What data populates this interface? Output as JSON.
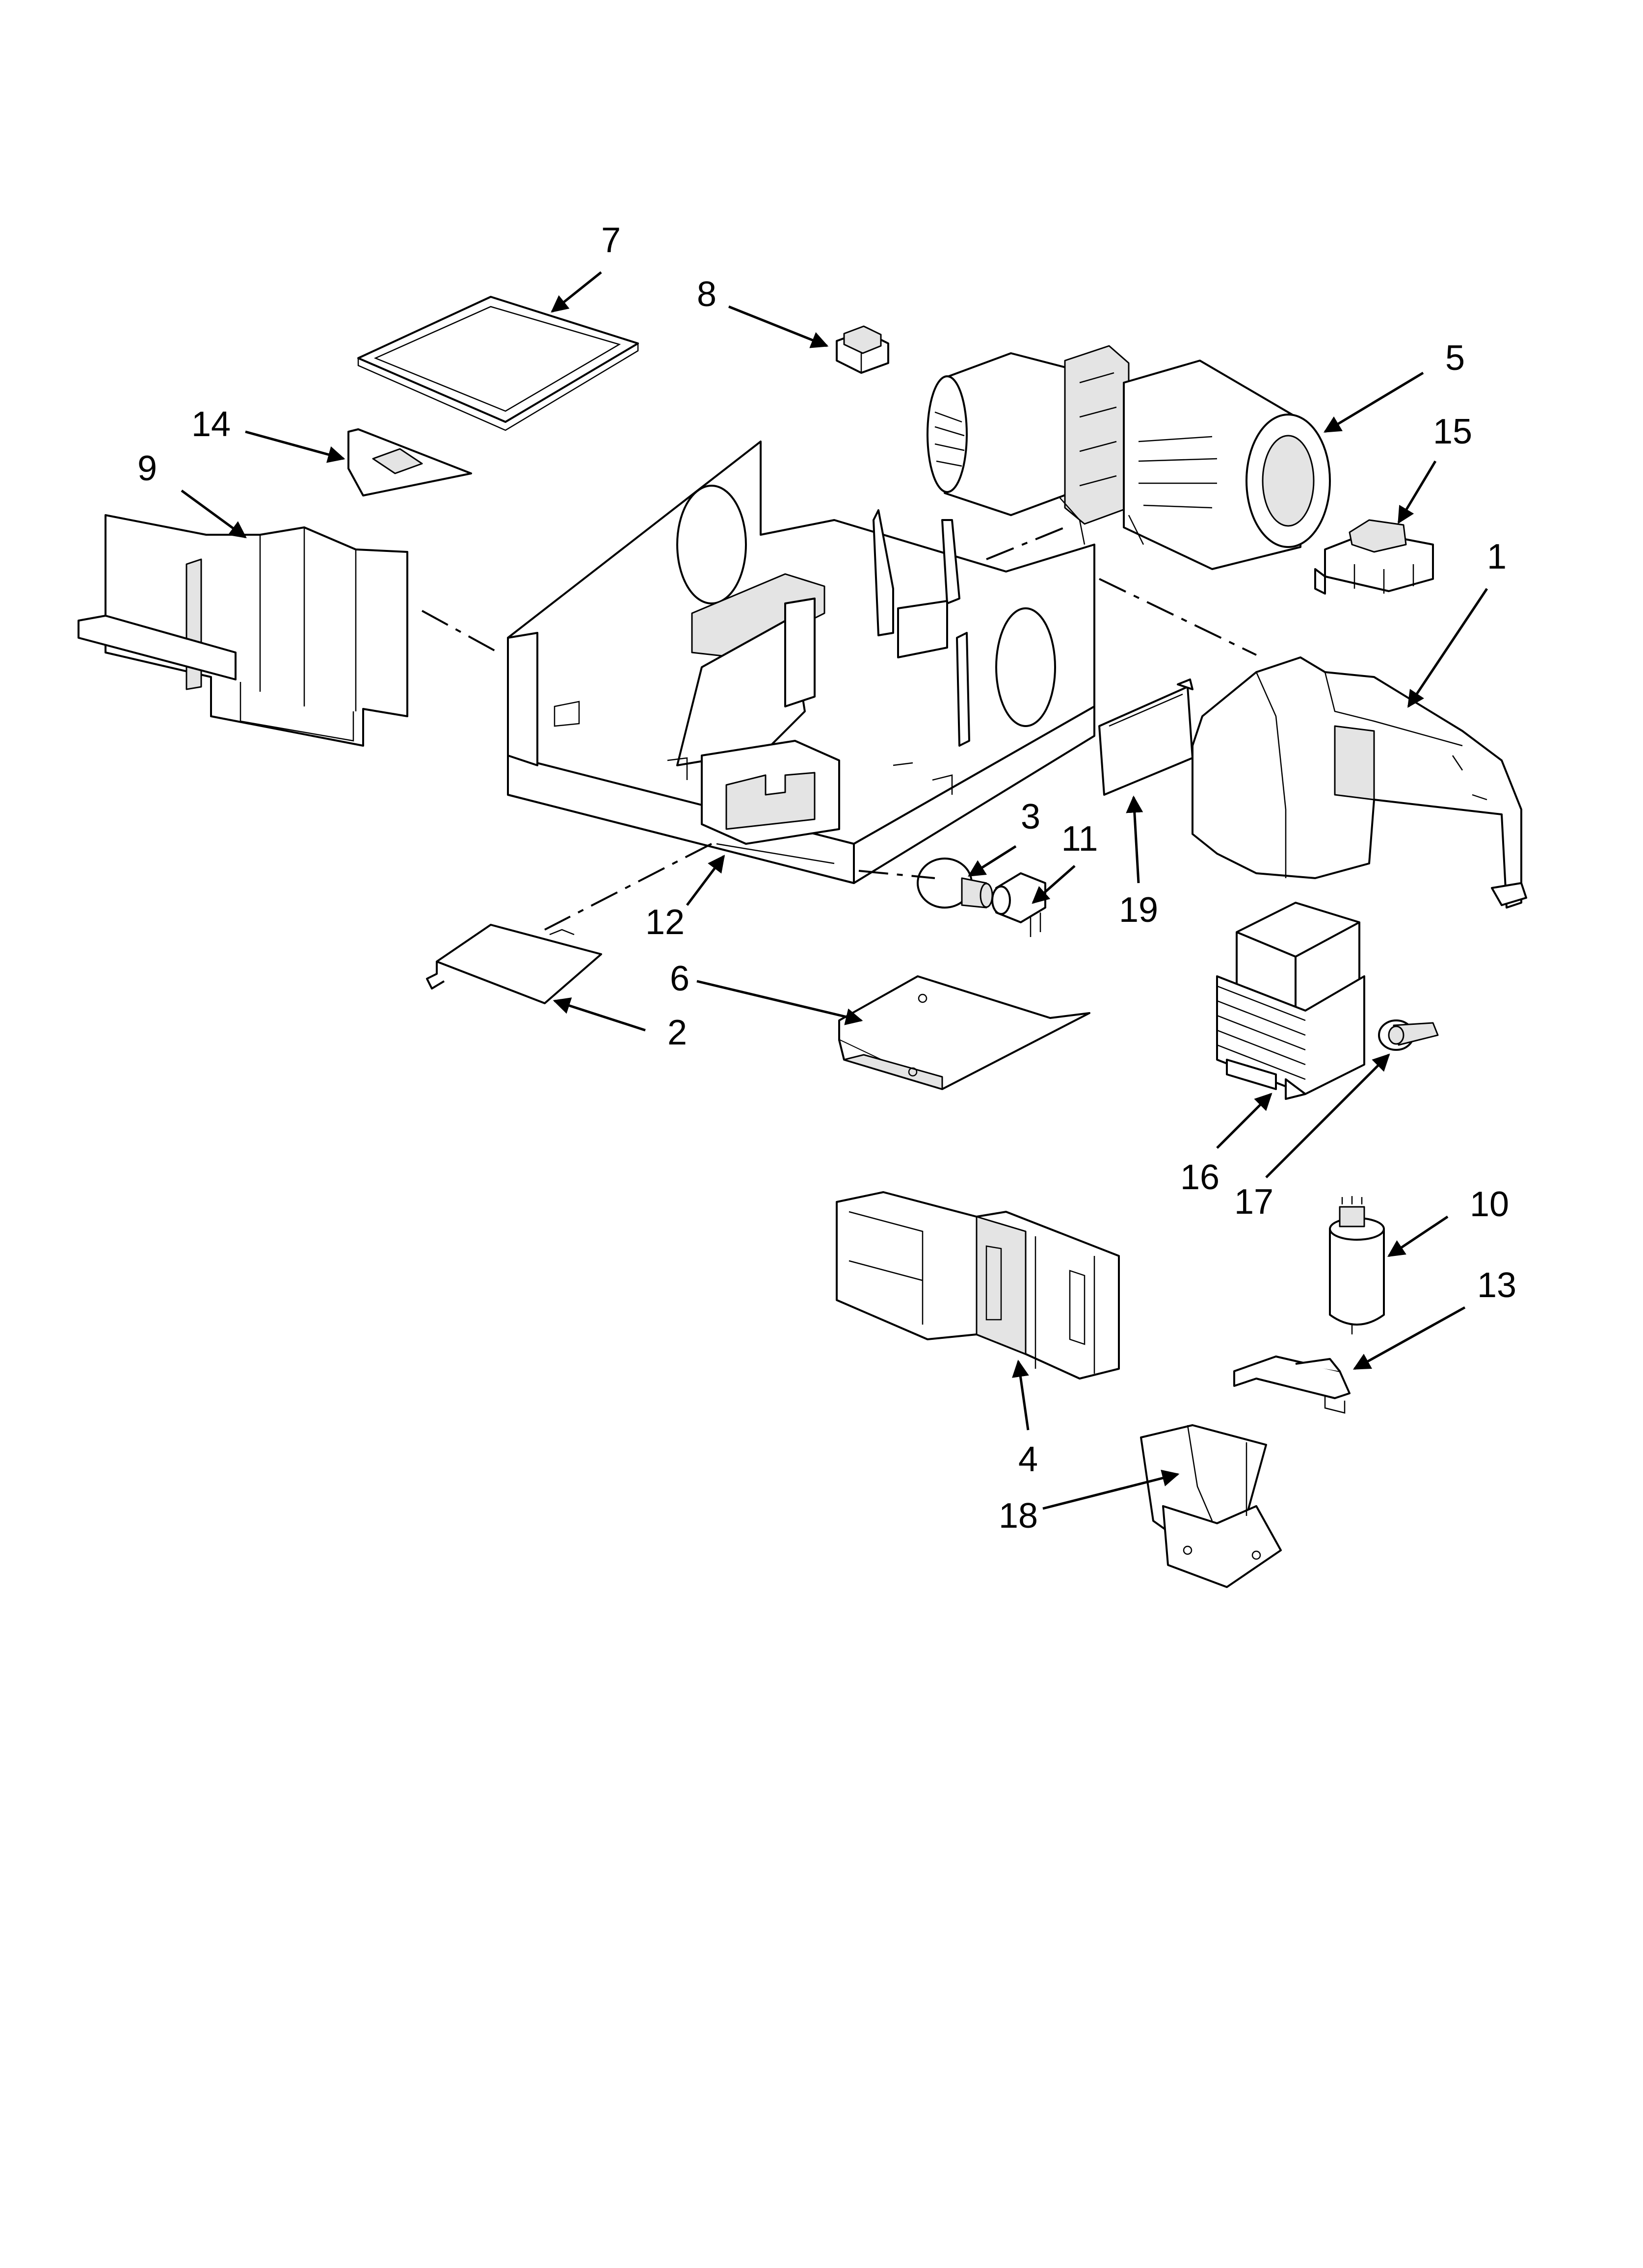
{
  "callouts": [
    {
      "id": "1",
      "label": "1"
    },
    {
      "id": "2",
      "label": "2"
    },
    {
      "id": "3",
      "label": "3"
    },
    {
      "id": "4",
      "label": "4"
    },
    {
      "id": "5",
      "label": "5"
    },
    {
      "id": "6",
      "label": "6"
    },
    {
      "id": "7",
      "label": "7"
    },
    {
      "id": "8",
      "label": "8"
    },
    {
      "id": "9",
      "label": "9"
    },
    {
      "id": "10",
      "label": "10"
    },
    {
      "id": "11",
      "label": "11"
    },
    {
      "id": "12",
      "label": "12"
    },
    {
      "id": "13",
      "label": "13"
    },
    {
      "id": "14",
      "label": "14"
    },
    {
      "id": "15",
      "label": "15"
    },
    {
      "id": "16",
      "label": "16"
    },
    {
      "id": "17",
      "label": "17"
    },
    {
      "id": "18",
      "label": "18"
    },
    {
      "id": "19",
      "label": "19"
    }
  ],
  "colors": {
    "line": "#000000",
    "background": "#ffffff",
    "shade": "#e4e4e4"
  }
}
